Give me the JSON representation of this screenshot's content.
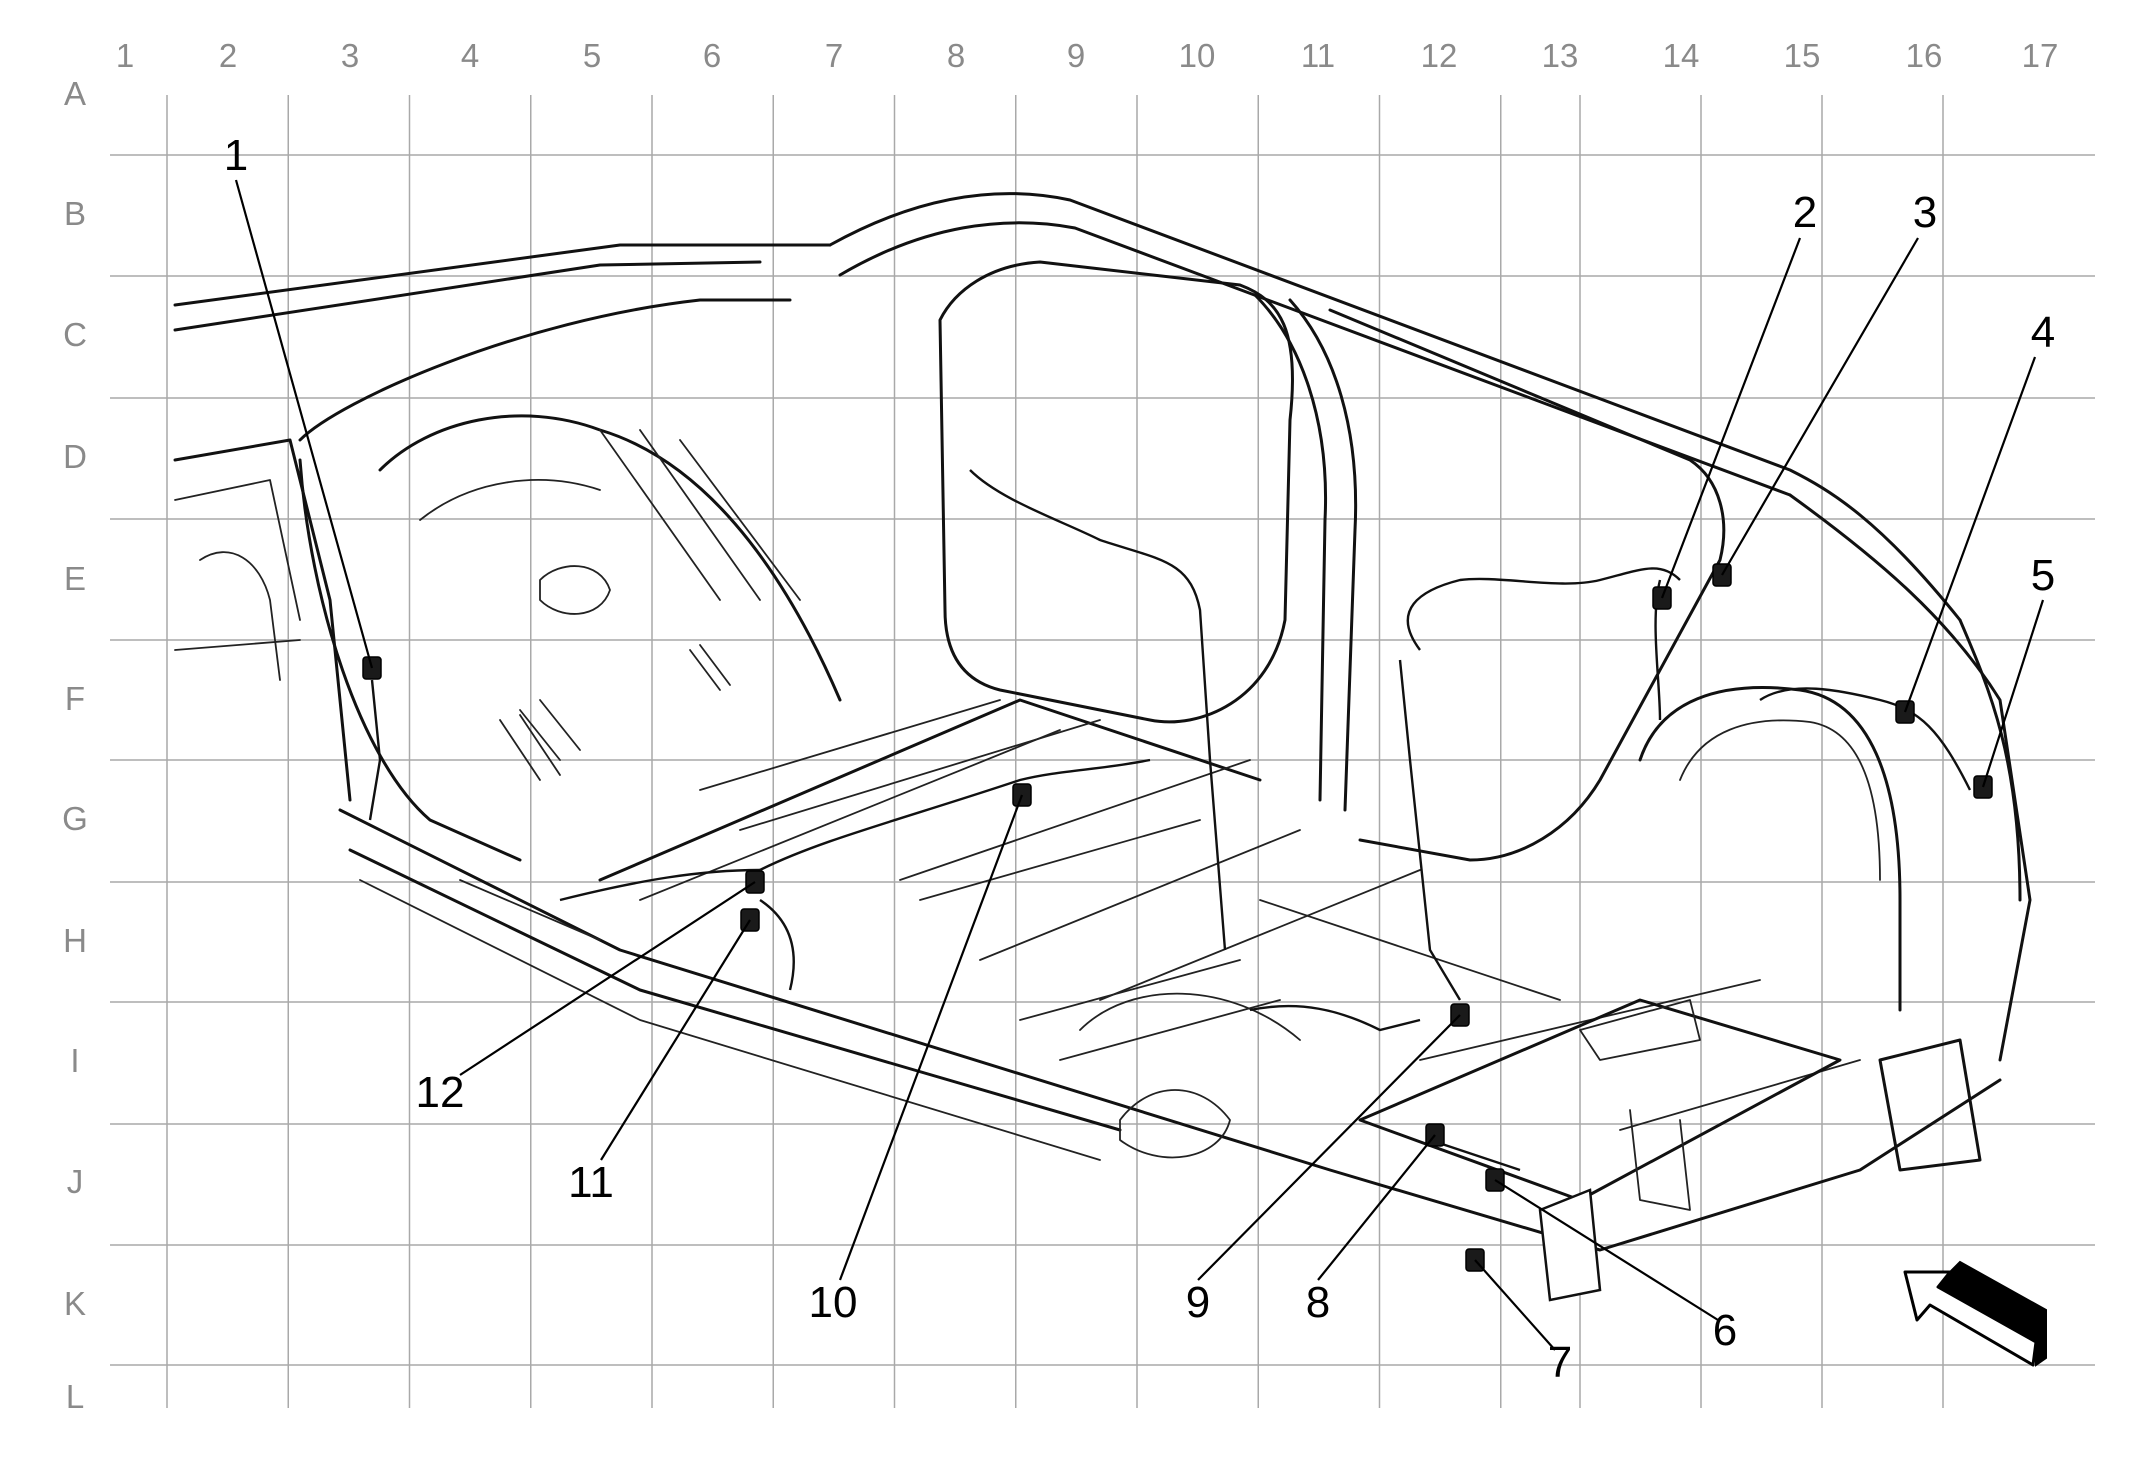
{
  "grid": {
    "columns": [
      "1",
      "2",
      "3",
      "4",
      "5",
      "6",
      "7",
      "8",
      "9",
      "10",
      "11",
      "12",
      "13",
      "14",
      "15",
      "16",
      "17"
    ],
    "rows": [
      "A",
      "B",
      "C",
      "D",
      "E",
      "F",
      "G",
      "H",
      "I",
      "J",
      "K",
      "L"
    ]
  },
  "callouts": [
    {
      "label": "1"
    },
    {
      "label": "2"
    },
    {
      "label": "3"
    },
    {
      "label": "4"
    },
    {
      "label": "5"
    },
    {
      "label": "6"
    },
    {
      "label": "7"
    },
    {
      "label": "8"
    },
    {
      "label": "9"
    },
    {
      "label": "10"
    },
    {
      "label": "11"
    },
    {
      "label": "12"
    }
  ],
  "direction_arrow": {
    "icon": "forward-direction-arrow-icon"
  },
  "colors": {
    "line": "#111111",
    "grid": "#a9a9a9",
    "grid_label": "#8a8a8a",
    "background": "#ffffff"
  }
}
